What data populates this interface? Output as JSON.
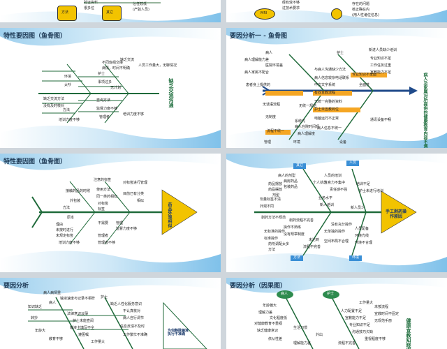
{
  "s1": {
    "box_a": "方法",
    "box_b": "其它",
    "labels": [
      "验证资料",
      "很多位",
      "信任较低",
      "(产验人员)"
    ]
  },
  "s2": {
    "ellipse": "MRI",
    "labels": [
      "经有效不够",
      "过技术要求",
      "存在的问题",
      "核正确在内",
      "(用人性诸位信息)"
    ]
  },
  "s3": {
    "title": "特性要因图（鱼骨图）",
    "head": "缺乏交流沟通",
    "labels": [
      "不同班组交接",
      "病情，时间不明确",
      "缺乏交流",
      "人员工作量大，无聊情况",
      "环境",
      "护士",
      "事项过多",
      "太吵",
      "无计划",
      "缺乏交流方法",
      "没有及时核对",
      "查询方法",
      "方法",
      "培训力度不够",
      "监督力度不够",
      "管理者",
      "培训力度不够"
    ]
  },
  "s4": {
    "title": "要因分析一 - 鱼骨图",
    "head": "病人及家属对所提供的健康教育内容不满意",
    "labels": [
      "病人",
      "病人理解能力差",
      "病人家属不配合",
      "患者身上提供的",
      "医院环境差",
      "无话语流程",
      "无制度",
      "流程不统一",
      "无统一规范",
      "系统内",
      "病人在院时间短",
      "病人理解度",
      "环境",
      "管理",
      "护士",
      "新进人员缺少培训",
      "专业知识不足",
      "工作任务过重",
      "宣教能力不足",
      "专业知识不全面",
      "与病人沟通缺少方法",
      "病人信息较杂电话联系",
      "中文文字系统",
      "有效宣教流程",
      "全面性",
      "无统一完整的资料",
      "护士未宣教到位",
      "电脑运行不正常",
      "通讯设备不畅",
      "病人信息不统一",
      "设备"
    ]
  },
  "s5": {
    "title": "特性要因图（鱼骨图）",
    "head": "药品外观相似",
    "labels": [
      "注意的标签",
      "对标签进行管理",
      "接触药品的时候",
      "使用方法",
      "同一类药相似",
      "目前已有分类",
      "外包装",
      "对标签",
      "方法",
      "标签",
      "相似",
      "原本",
      "理由",
      "未按时进行",
      "未规定标签",
      "不需要",
      "培训力度不够",
      "管理",
      "监督力度不够",
      "管理者",
      "管理者不够"
    ]
  },
  "s6": {
    "title": "",
    "head": "手工剥药操作原因",
    "labels": [
      "其它",
      "人员",
      "方法",
      "环境",
      "药品摆放",
      "药品摆放",
      "病人的剂型",
      "病房药品",
      "包装药品",
      "剂型",
      "剂量标签不清",
      "外观不同",
      "剥药方法不规范",
      "剥药流程不完善",
      "操作不熟练",
      "没有规章制度",
      "无标准的操作",
      "标准操作",
      "药剂调配太多",
      "未达到",
      "方法",
      "流程不完善",
      "人员的培训",
      "个人状态",
      "注意力不集中",
      "责任感不强",
      "培训不足",
      "护士未进行培训",
      "业务水平",
      "新人培训",
      "新人员少",
      "没有充分操作",
      "无单独的操作",
      "空间布局不合理",
      "人员配备",
      "环境光线",
      "环境不合理"
    ]
  },
  "s7": {
    "title": "要因分析",
    "head": "为何静脉输液执行不准确",
    "labels": [
      "病人病情重",
      "输液速度与记录不相符",
      "病人",
      "护士",
      "缺乏人性化服务意识",
      "知识缺乏",
      "法律意识淡薄",
      "护士未能查阅",
      "不认真核对",
      "病人自行调节",
      "输液卡填写不全",
      "转抄",
      "遵医嘱",
      "工作量大",
      "年龄大",
      "信息反馈不及时",
      "工作繁忙不准确",
      "教育不够"
    ]
  },
  "s8": {
    "title": "要因分析（因果图）",
    "head": "健康宣教知晓率低",
    "labels": [
      "病人",
      "护士",
      "年龄偏大",
      "理解力差",
      "文化程度低",
      "对健康教育不重视",
      "缺乏健康意识",
      "生活习惯",
      "外出",
      "依从性差",
      "理解能力差",
      "工作量大",
      "人力配置不足",
      "宣教能力不足",
      "专业知识不足",
      "沟通技巧欠缺",
      "重视程度不够",
      "流程不完善",
      "未按流程",
      "宣教时间不固定",
      "无规范手册"
    ]
  }
}
